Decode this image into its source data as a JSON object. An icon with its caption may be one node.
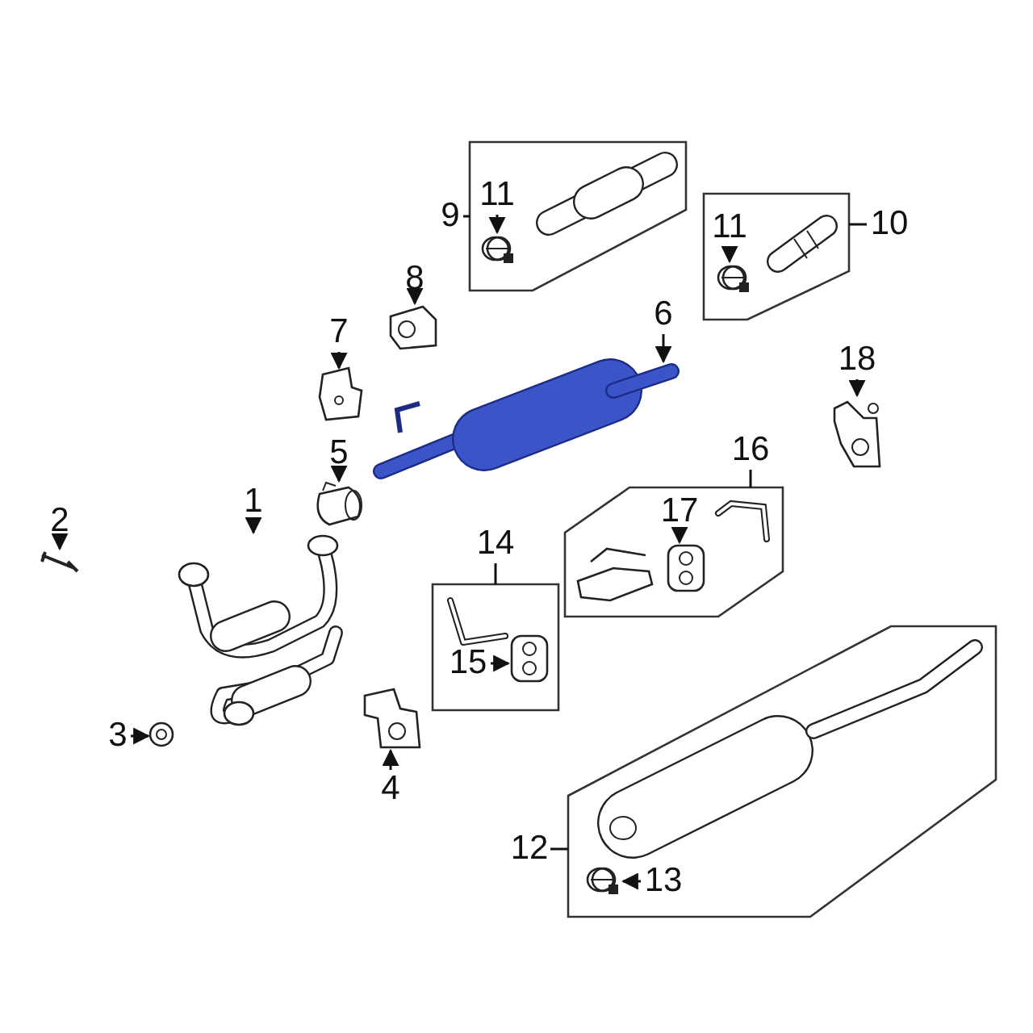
{
  "diagram": {
    "nodes": [
      {
        "text": [
          "1"
        ]
      },
      {
        "text": [],
        "shape": "picture"
      },
      {
        "text": [
          "2"
        ]
      },
      {
        "text": [],
        "shape": "picture"
      },
      {
        "text": [
          "3"
        ]
      },
      {
        "text": [],
        "shape": "picture"
      },
      {
        "text": [
          "4"
        ]
      },
      {
        "text": [],
        "shape": "picture"
      },
      {
        "text": [
          "5"
        ]
      },
      {
        "text": [],
        "shape": "picture"
      },
      {
        "text": [
          "6"
        ]
      },
      {
        "text": [],
        "shape": "picture"
      },
      {
        "text": [
          "7"
        ]
      },
      {
        "text": [],
        "shape": "picture"
      },
      {
        "text": [
          "8"
        ]
      },
      {
        "text": [],
        "shape": "picture"
      },
      {
        "text": [
          "9"
        ]
      },
      {
        "text": [],
        "shape": "box"
      },
      {
        "text": [
          "11"
        ],
        "in": 17
      },
      {
        "text": [],
        "shape": "picture",
        "in": 17
      },
      {
        "text": [],
        "shape": "picture",
        "in": 17
      },
      {
        "text": [
          "10"
        ]
      },
      {
        "text": [],
        "shape": "box"
      },
      {
        "text": [
          "11"
        ],
        "in": 22
      },
      {
        "text": [],
        "shape": "picture",
        "in": 22
      },
      {
        "text": [],
        "shape": "picture",
        "in": 22
      },
      {
        "text": [
          "12"
        ]
      },
      {
        "text": [],
        "shape": "box"
      },
      {
        "text": [],
        "shape": "picture",
        "in": 27
      },
      {
        "text": [
          "13"
        ],
        "in": 27
      },
      {
        "text": [],
        "shape": "picture",
        "in": 27
      },
      {
        "text": [
          "14"
        ]
      },
      {
        "text": [],
        "shape": "box"
      },
      {
        "text": [],
        "shape": "picture",
        "in": 32
      },
      {
        "text": [
          "15"
        ],
        "in": 32
      },
      {
        "text": [],
        "shape": "picture",
        "in": 32
      },
      {
        "text": [
          "16"
        ]
      },
      {
        "text": [],
        "shape": "box"
      },
      {
        "text": [
          "17"
        ],
        "in": 37
      },
      {
        "text": [],
        "shape": "picture",
        "in": 37
      },
      {
        "text": [],
        "shape": "picture",
        "in": 37
      },
      {
        "text": [],
        "shape": "picture",
        "in": 37
      },
      {
        "text": [
          "18"
        ]
      },
      {
        "text": [],
        "shape": "picture"
      }
    ],
    "edges": [
      {
        "from": 0,
        "to": 1,
        "arrow": "to"
      },
      {
        "from": 2,
        "to": 3,
        "arrow": "to"
      },
      {
        "from": 4,
        "to": 5,
        "arrow": "to"
      },
      {
        "from": 6,
        "to": 7,
        "arrow": "to"
      },
      {
        "from": 8,
        "to": 9,
        "arrow": "to"
      },
      {
        "from": 10,
        "to": 11,
        "arrow": "to"
      },
      {
        "from": 12,
        "to": 13,
        "arrow": "to"
      },
      {
        "from": 14,
        "to": 15,
        "arrow": "to"
      },
      {
        "from": 16,
        "to": 17,
        "arrow": "none"
      },
      {
        "from": 18,
        "to": 19,
        "arrow": "to"
      },
      {
        "from": 21,
        "to": 22,
        "arrow": "none"
      },
      {
        "from": 23,
        "to": 24,
        "arrow": "to"
      },
      {
        "from": 26,
        "to": 27,
        "arrow": "none"
      },
      {
        "from": 29,
        "to": 30,
        "arrow": "to"
      },
      {
        "from": 31,
        "to": 32,
        "arrow": "none"
      },
      {
        "from": 34,
        "to": 35,
        "arrow": "to"
      },
      {
        "from": 36,
        "to": 37,
        "arrow": "none"
      },
      {
        "from": 38,
        "to": 39,
        "arrow": "to"
      },
      {
        "from": 42,
        "to": 43,
        "arrow": "to"
      }
    ]
  }
}
